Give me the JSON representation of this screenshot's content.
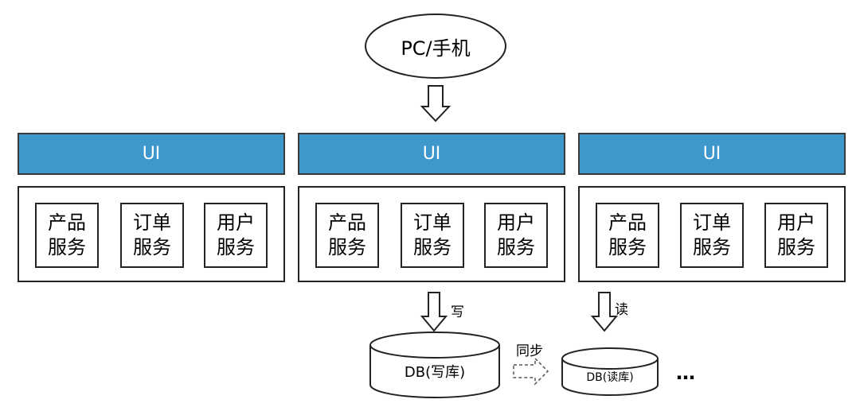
{
  "client": {
    "label": "PC/手机"
  },
  "ui_label": "UI",
  "instances": [
    {
      "services": [
        {
          "line1": "产品",
          "line2": "服务"
        },
        {
          "line1": "订单",
          "line2": "服务"
        },
        {
          "line1": "用户",
          "line2": "服务"
        }
      ]
    },
    {
      "services": [
        {
          "line1": "产品",
          "line2": "服务"
        },
        {
          "line1": "订单",
          "line2": "服务"
        },
        {
          "line1": "用户",
          "line2": "服务"
        }
      ]
    },
    {
      "services": [
        {
          "line1": "产品",
          "line2": "服务"
        },
        {
          "line1": "订单",
          "line2": "服务"
        },
        {
          "line1": "用户",
          "line2": "服务"
        }
      ]
    }
  ],
  "write_label": "写",
  "read_label": "读",
  "sync_label": "同步",
  "db_write": {
    "label": "DB(写库)"
  },
  "db_read": {
    "label": "DB(读库)"
  },
  "more": "…",
  "colors": {
    "ui_bar": "#3f98cc",
    "stroke": "#222222"
  }
}
